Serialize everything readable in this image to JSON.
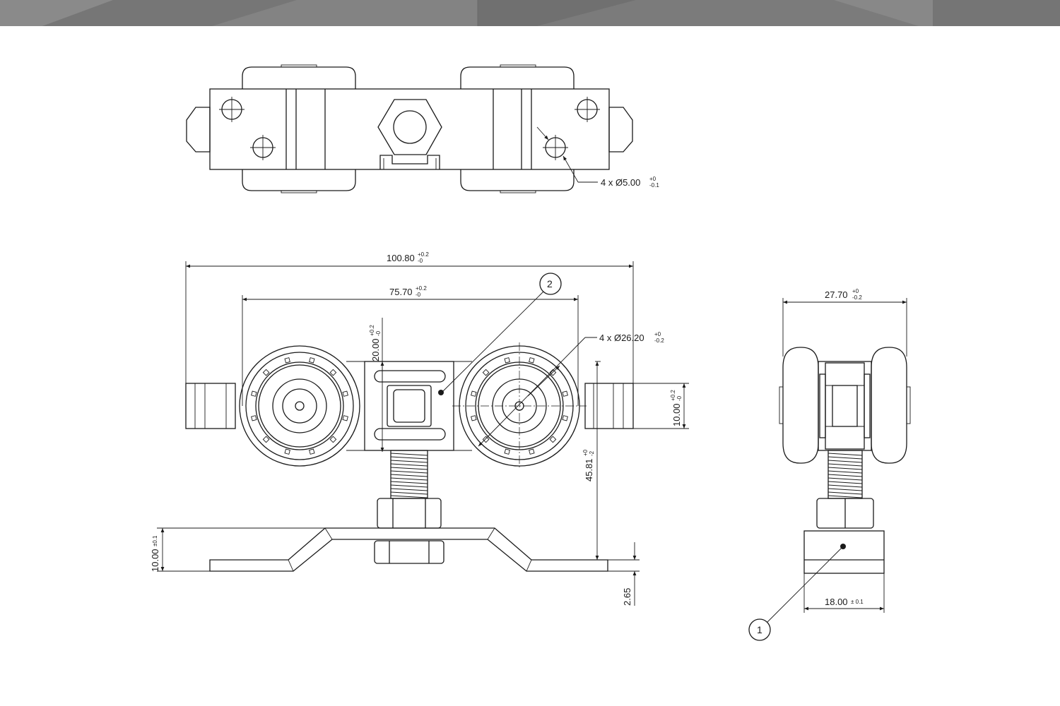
{
  "header": {
    "banner_color": "#7d7d7d"
  },
  "top_view": {
    "hole_callout": {
      "prefix": "4 x Ø5.00",
      "tol_upper": "+0",
      "tol_lower": "-0.1"
    }
  },
  "front_view": {
    "overall_length": {
      "value": "100.80",
      "tol_upper": "+0.2",
      "tol_lower": "-0"
    },
    "wheel_spacing": {
      "value": "75.70",
      "tol_upper": "+0.2",
      "tol_lower": "-0"
    },
    "block_height": {
      "value": "20.00",
      "tol_upper": "+0.2",
      "tol_lower": "-0"
    },
    "wheel_diameter": {
      "prefix": "4 x Ø26.20",
      "tol_upper": "+0",
      "tol_lower": "-0.2"
    },
    "axle_height": {
      "value": "10.00",
      "tol_upper": "+0.2",
      "tol_lower": "-0"
    },
    "total_height": {
      "value": "45.81",
      "tol_upper": "+0",
      "tol_lower": "-2"
    },
    "plate_offset": {
      "value": "10.00",
      "tol": "±0.1"
    },
    "plate_thickness": {
      "value": "2.65"
    },
    "balloon": "2"
  },
  "side_view": {
    "width": {
      "value": "27.70",
      "tol_upper": "+0",
      "tol_lower": "-0.2"
    },
    "base_width": {
      "value": "18.00",
      "tol": "± 0.1"
    },
    "balloon": "1"
  }
}
